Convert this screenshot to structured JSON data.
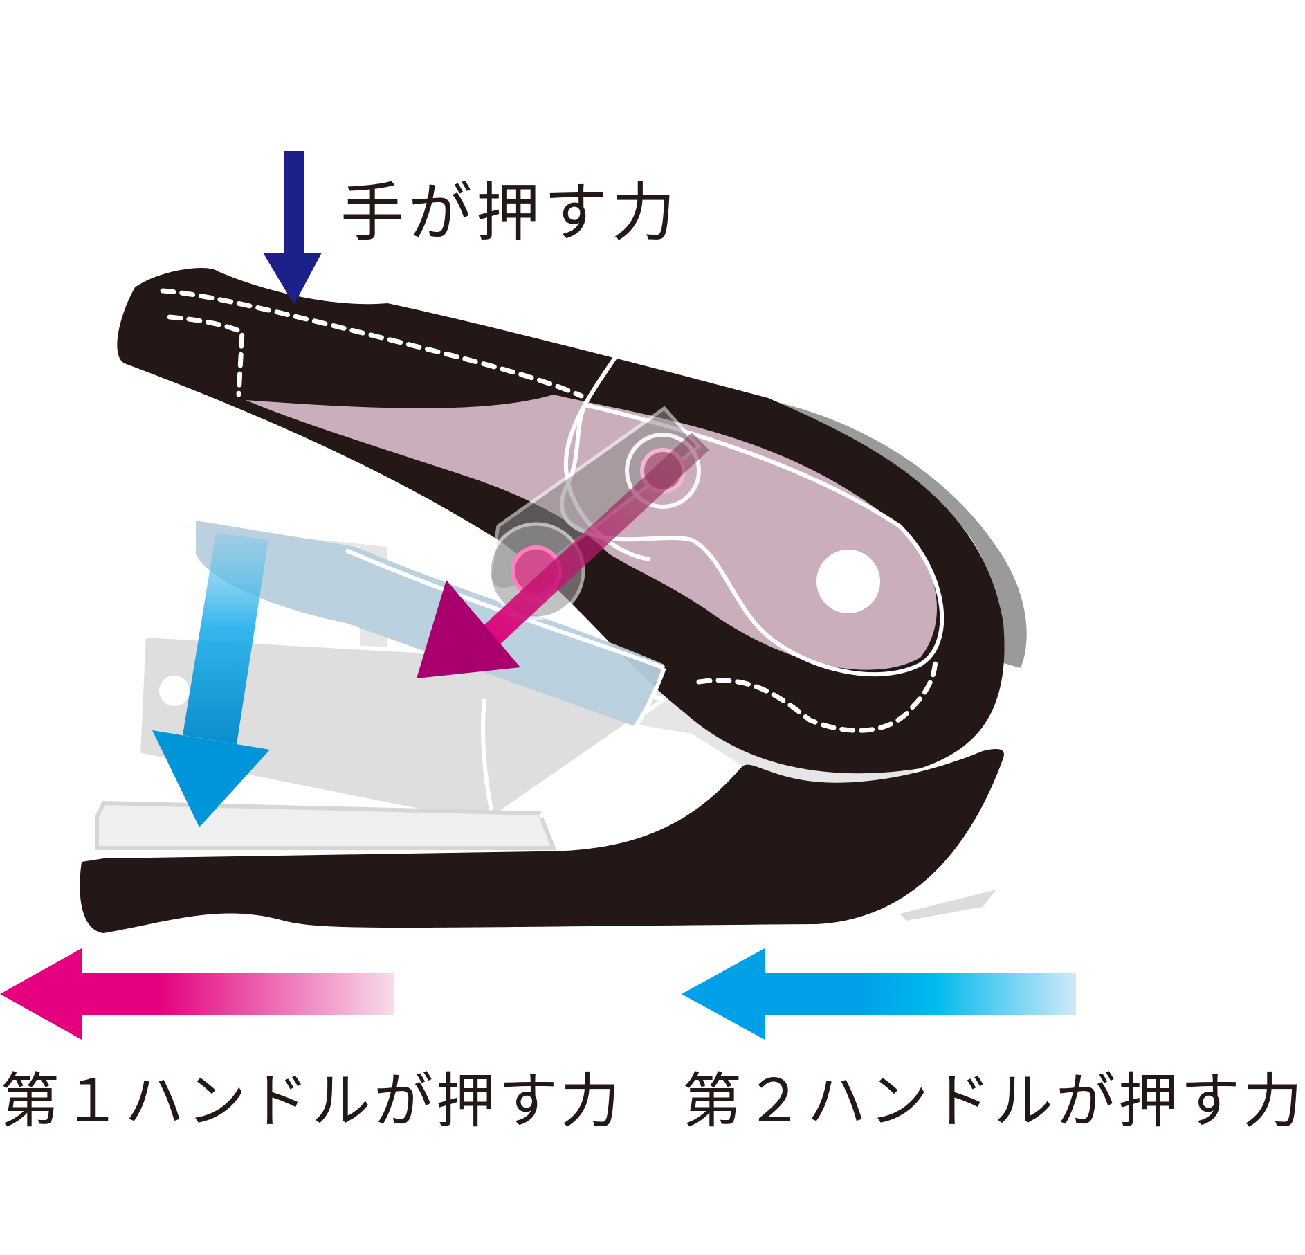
{
  "labels": {
    "hand_force": "手が押す力",
    "first_handle_force": "第１ハンドルが押す力",
    "second_handle_force": "第２ハンドルが押す力"
  },
  "colors": {
    "body": "#231815",
    "hand_arrow": "#1d2088",
    "first_handle_arrow": "#e4007f",
    "first_handle_arrow_fill": "#a9006e",
    "second_handle_arrow": "#00a0e9",
    "second_handle_arrow_fill": "#0095d9",
    "first_handle_tint": "#d9bccb",
    "second_handle_tint": "#b8cfdd",
    "base_grey": "#dcdcdc",
    "text": "#231815"
  }
}
